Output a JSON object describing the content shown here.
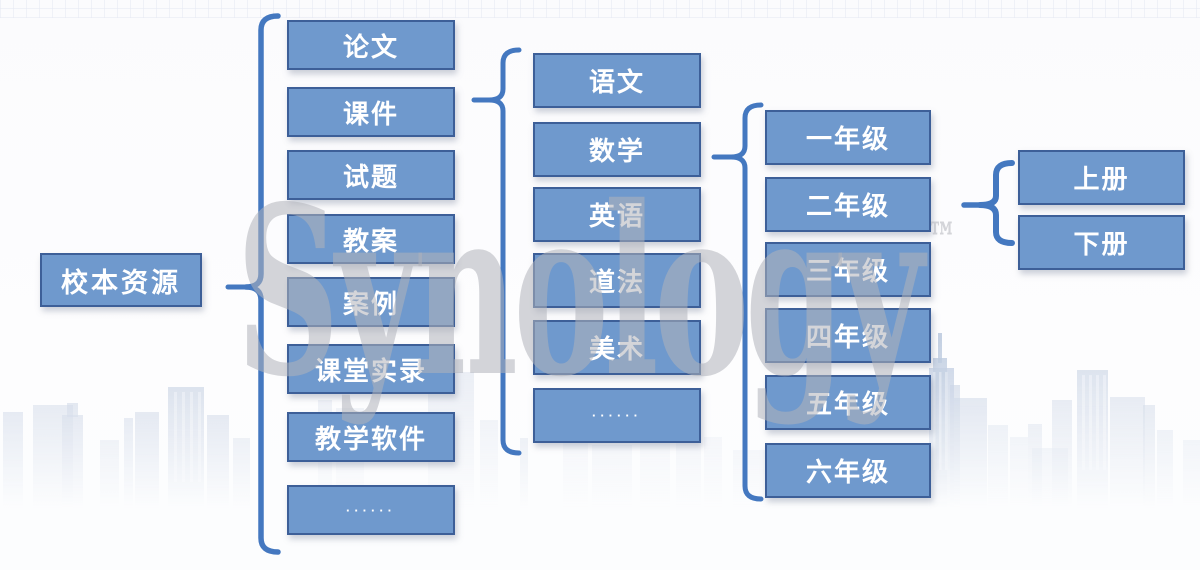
{
  "diagram": {
    "root": {
      "label": "校本资源"
    },
    "levels": [
      {
        "name": "resource-types",
        "items": [
          "论文",
          "课件",
          "试题",
          "教案",
          "案例",
          "课堂实录",
          "教学软件",
          "······"
        ]
      },
      {
        "name": "subjects",
        "items": [
          "语文",
          "数学",
          "英语",
          "道法",
          "美术",
          "······"
        ]
      },
      {
        "name": "grades",
        "items": [
          "一年级",
          "二年级",
          "三年级",
          "四年级",
          "五年级",
          "六年级"
        ]
      },
      {
        "name": "volumes",
        "items": [
          "上册",
          "下册"
        ]
      }
    ]
  },
  "watermark": {
    "text": "Synology",
    "mark": "™"
  },
  "colors": {
    "node_fill": "#6f99cd",
    "node_border": "#3d5f98",
    "node_text": "#ffffff",
    "brace": "#4478c0",
    "watermark_rgba": "rgba(176,179,186,0.55)",
    "skyline": "#b7c5dc"
  }
}
